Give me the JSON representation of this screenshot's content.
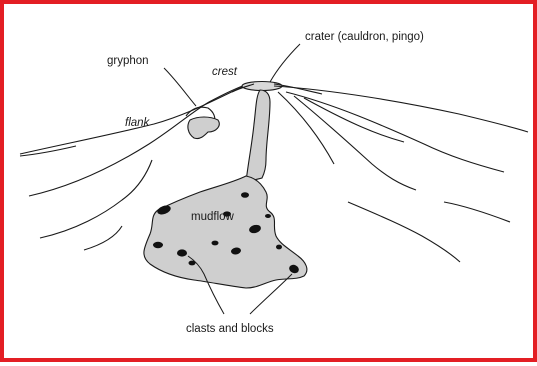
{
  "colors": {
    "frame_border": "#e31e24",
    "line": "#1a1a1a",
    "mudflow_fill": "#cfcfcf",
    "clast_fill": "#111111"
  },
  "labels": {
    "gryphon": "gryphon",
    "crest": "crest",
    "crater": "crater (cauldron, pingo)",
    "flank": "flank",
    "mudflow": "mudflow",
    "clasts": "clasts and blocks"
  }
}
